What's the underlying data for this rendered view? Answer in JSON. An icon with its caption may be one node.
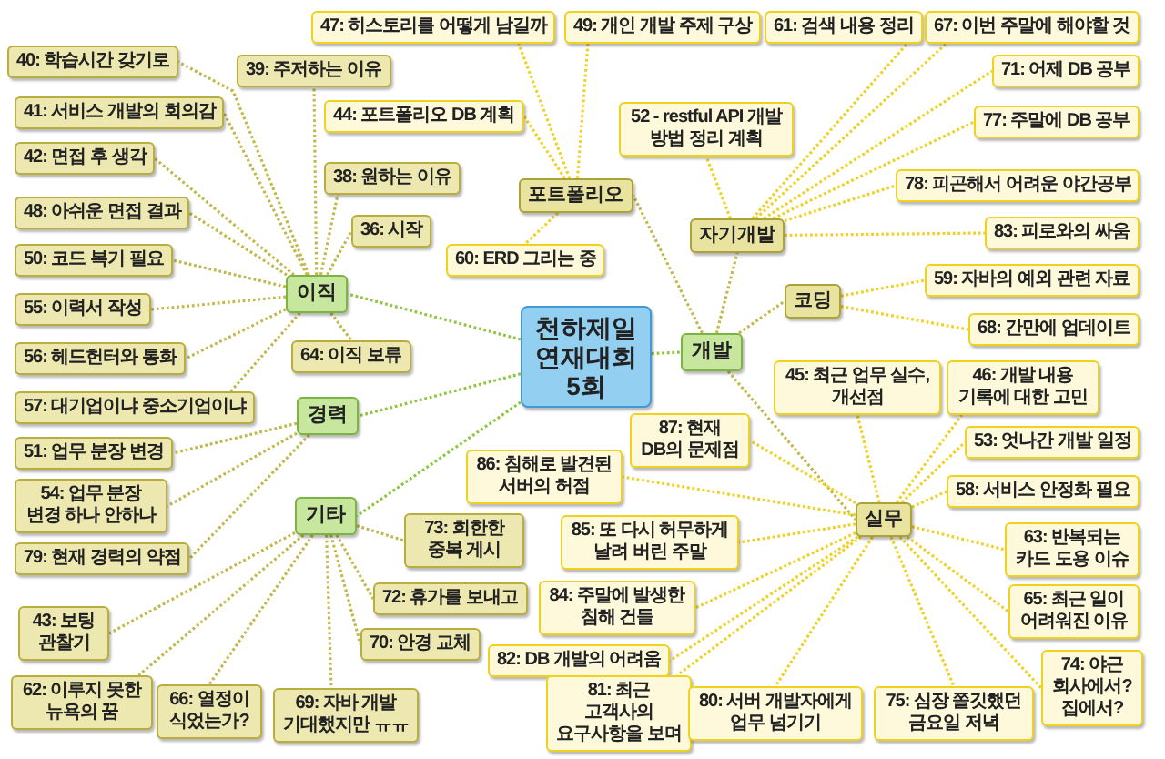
{
  "diagram": {
    "nodes": [
      {
        "text": [
          "천하제일 연재대회 5회"
        ]
      },
      {
        "text": [
          "이직"
        ]
      },
      {
        "text": [
          "40: 학습시간 갖기로"
        ]
      },
      {
        "text": [
          "39: 주저하는 이유"
        ]
      },
      {
        "text": [
          "41: 서비스 개발의 회의감"
        ]
      },
      {
        "text": [
          "42: 면접 후 생각"
        ]
      },
      {
        "text": [
          "38: 원하는 이유"
        ]
      },
      {
        "text": [
          "48: 아쉬운 면접 결과"
        ]
      },
      {
        "text": [
          "36: 시작"
        ]
      },
      {
        "text": [
          "50: 코드 복기 필요"
        ]
      },
      {
        "text": [
          "55: 이력서 작성"
        ]
      },
      {
        "text": [
          "64: 이직 보류"
        ]
      },
      {
        "text": [
          "56: 헤드헌터와 통화"
        ]
      },
      {
        "text": [
          "57: 대기업이냐 중소기업이냐"
        ]
      },
      {
        "text": [
          "경력"
        ]
      },
      {
        "text": [
          "51: 업무 분장 변경"
        ]
      },
      {
        "text": [
          "54: 업무 분장 변경 하나 안하나"
        ]
      },
      {
        "text": [
          "79: 현재 경력의 약점"
        ]
      },
      {
        "text": [
          "기타"
        ]
      },
      {
        "text": [
          "73: 희한한 중복 게시"
        ]
      },
      {
        "text": [
          "72: 휴가를 보내고"
        ]
      },
      {
        "text": [
          "43: 보팅 관찰기"
        ]
      },
      {
        "text": [
          "70: 안경 교체"
        ]
      },
      {
        "text": [
          "62: 이루지 못한 뉴욕의 꿈"
        ]
      },
      {
        "text": [
          "66: 열정이 식었는가?"
        ]
      },
      {
        "text": [
          "69: 자바 개발 기대했지만 ㅠㅠ"
        ]
      },
      {
        "text": [
          "개발"
        ]
      },
      {
        "text": [
          "포트폴리오"
        ]
      },
      {
        "text": [
          "47: 히스토리를 어떻게 남길까"
        ]
      },
      {
        "text": [
          "49: 개인 개발 주제 구상"
        ]
      },
      {
        "text": [
          "44: 포트폴리오 DB 계획"
        ]
      },
      {
        "text": [
          "60: ERD 그리는 중"
        ]
      },
      {
        "text": [
          "자기개발"
        ]
      },
      {
        "text": [
          "61: 검색 내용 정리"
        ]
      },
      {
        "text": [
          "67: 이번 주말에 해야할 것"
        ]
      },
      {
        "text": [
          "52 - restful API 개발 방법 정리 계획"
        ]
      },
      {
        "text": [
          "71: 어제 DB 공부"
        ]
      },
      {
        "text": [
          "77: 주말에 DB 공부"
        ]
      },
      {
        "text": [
          "78: 피곤해서 어려운 야간공부"
        ]
      },
      {
        "text": [
          "83: 피로와의 싸움"
        ]
      },
      {
        "text": [
          "코딩"
        ]
      },
      {
        "text": [
          "59: 자바의 예외 관련 자료"
        ]
      },
      {
        "text": [
          "68: 간만에 업데이트"
        ]
      },
      {
        "text": [
          "실무"
        ]
      },
      {
        "text": [
          "45: 최근 업무 실수, 개선점"
        ]
      },
      {
        "text": [
          "46: 개발 내용 기록에 대한 고민"
        ]
      },
      {
        "text": [
          "53: 엇나간 개발 일정"
        ]
      },
      {
        "text": [
          "58: 서비스 안정화 필요"
        ]
      },
      {
        "text": [
          "63: 반복되는 카드 도용 이슈"
        ]
      },
      {
        "text": [
          "65: 최근 일이 어려워진 이유"
        ]
      },
      {
        "text": [
          "87: 현재 DB의 문제점"
        ]
      },
      {
        "text": [
          "86: 침해로 발견된 서버의 허점"
        ]
      },
      {
        "text": [
          "85: 또 다시 허무하게 날려 버린 주말"
        ]
      },
      {
        "text": [
          "84: 주말에 발생한 침해 건들"
        ]
      },
      {
        "text": [
          "74: 야근 회사에서? 집에서?"
        ]
      },
      {
        "text": [
          "82: DB 개발의 어려움"
        ]
      },
      {
        "text": [
          "81: 최근 고객사의 요구사항을 보며"
        ]
      },
      {
        "text": [
          "80: 서버 개발자에게 업무 넘기기"
        ]
      },
      {
        "text": [
          "75: 심장 쫄깃했던 금요일 저녁"
        ]
      }
    ],
    "edges": [
      {
        "from": 0,
        "to": 1,
        "arrow": "none",
        "color": "#8dc63f"
      },
      {
        "from": 0,
        "to": 14,
        "arrow": "none",
        "color": "#8dc63f"
      },
      {
        "from": 0,
        "to": 18,
        "arrow": "none",
        "color": "#8dc63f"
      },
      {
        "from": 0,
        "to": 26,
        "arrow": "none",
        "color": "#8dc63f"
      },
      {
        "from": 1,
        "to": 2,
        "arrow": "none",
        "color": "#c2b84c"
      },
      {
        "from": 1,
        "to": 3,
        "arrow": "none",
        "color": "#c2b84c"
      },
      {
        "from": 1,
        "to": 4,
        "arrow": "none",
        "color": "#c2b84c"
      },
      {
        "from": 1,
        "to": 5,
        "arrow": "none",
        "color": "#c2b84c"
      },
      {
        "from": 1,
        "to": 6,
        "arrow": "none",
        "color": "#c2b84c"
      },
      {
        "from": 1,
        "to": 7,
        "arrow": "none",
        "color": "#c2b84c"
      },
      {
        "from": 1,
        "to": 8,
        "arrow": "none",
        "color": "#c2b84c"
      },
      {
        "from": 1,
        "to": 9,
        "arrow": "none",
        "color": "#c2b84c"
      },
      {
        "from": 1,
        "to": 10,
        "arrow": "none",
        "color": "#c2b84c"
      },
      {
        "from": 1,
        "to": 11,
        "arrow": "none",
        "color": "#c2b84c"
      },
      {
        "from": 1,
        "to": 12,
        "arrow": "none",
        "color": "#c2b84c"
      },
      {
        "from": 1,
        "to": 13,
        "arrow": "none",
        "color": "#c2b84c"
      },
      {
        "from": 14,
        "to": 15,
        "arrow": "none",
        "color": "#c2b84c"
      },
      {
        "from": 14,
        "to": 16,
        "arrow": "none",
        "color": "#c2b84c"
      },
      {
        "from": 14,
        "to": 17,
        "arrow": "none",
        "color": "#c2b84c"
      },
      {
        "from": 18,
        "to": 19,
        "arrow": "none",
        "color": "#c2b84c"
      },
      {
        "from": 18,
        "to": 20,
        "arrow": "none",
        "color": "#c2b84c"
      },
      {
        "from": 18,
        "to": 21,
        "arrow": "none",
        "color": "#c2b84c"
      },
      {
        "from": 18,
        "to": 22,
        "arrow": "none",
        "color": "#c2b84c"
      },
      {
        "from": 18,
        "to": 23,
        "arrow": "none",
        "color": "#c2b84c"
      },
      {
        "from": 18,
        "to": 24,
        "arrow": "none",
        "color": "#c2b84c"
      },
      {
        "from": 18,
        "to": 25,
        "arrow": "none",
        "color": "#c2b84c"
      },
      {
        "from": 26,
        "to": 27,
        "arrow": "none",
        "color": "#c2b84c"
      },
      {
        "from": 26,
        "to": 32,
        "arrow": "none",
        "color": "#c2b84c"
      },
      {
        "from": 26,
        "to": 40,
        "arrow": "none",
        "color": "#c2b84c"
      },
      {
        "from": 26,
        "to": 43,
        "arrow": "none",
        "color": "#c2b84c"
      },
      {
        "from": 27,
        "to": 28,
        "arrow": "none"
      },
      {
        "from": 27,
        "to": 29,
        "arrow": "none"
      },
      {
        "from": 27,
        "to": 30,
        "arrow": "none"
      },
      {
        "from": 27,
        "to": 31,
        "arrow": "none"
      },
      {
        "from": 32,
        "to": 33,
        "arrow": "none"
      },
      {
        "from": 32,
        "to": 34,
        "arrow": "none"
      },
      {
        "from": 32,
        "to": 35,
        "arrow": "none"
      },
      {
        "from": 32,
        "to": 36,
        "arrow": "none"
      },
      {
        "from": 32,
        "to": 37,
        "arrow": "none"
      },
      {
        "from": 32,
        "to": 38,
        "arrow": "none"
      },
      {
        "from": 32,
        "to": 39,
        "arrow": "none"
      },
      {
        "from": 40,
        "to": 41,
        "arrow": "none"
      },
      {
        "from": 40,
        "to": 42,
        "arrow": "none"
      },
      {
        "from": 43,
        "to": 44,
        "arrow": "none"
      },
      {
        "from": 43,
        "to": 45,
        "arrow": "none"
      },
      {
        "from": 43,
        "to": 46,
        "arrow": "none"
      },
      {
        "from": 43,
        "to": 47,
        "arrow": "none"
      },
      {
        "from": 43,
        "to": 48,
        "arrow": "none"
      },
      {
        "from": 43,
        "to": 49,
        "arrow": "none"
      },
      {
        "from": 43,
        "to": 50,
        "arrow": "none"
      },
      {
        "from": 43,
        "to": 51,
        "arrow": "none"
      },
      {
        "from": 43,
        "to": 52,
        "arrow": "none"
      },
      {
        "from": 43,
        "to": 53,
        "arrow": "none"
      },
      {
        "from": 43,
        "to": 54,
        "arrow": "none"
      },
      {
        "from": 43,
        "to": 55,
        "arrow": "none"
      },
      {
        "from": 43,
        "to": 56,
        "arrow": "none"
      },
      {
        "from": 43,
        "to": 57,
        "arrow": "none"
      },
      {
        "from": 43,
        "to": 58,
        "arrow": "none"
      }
    ]
  }
}
